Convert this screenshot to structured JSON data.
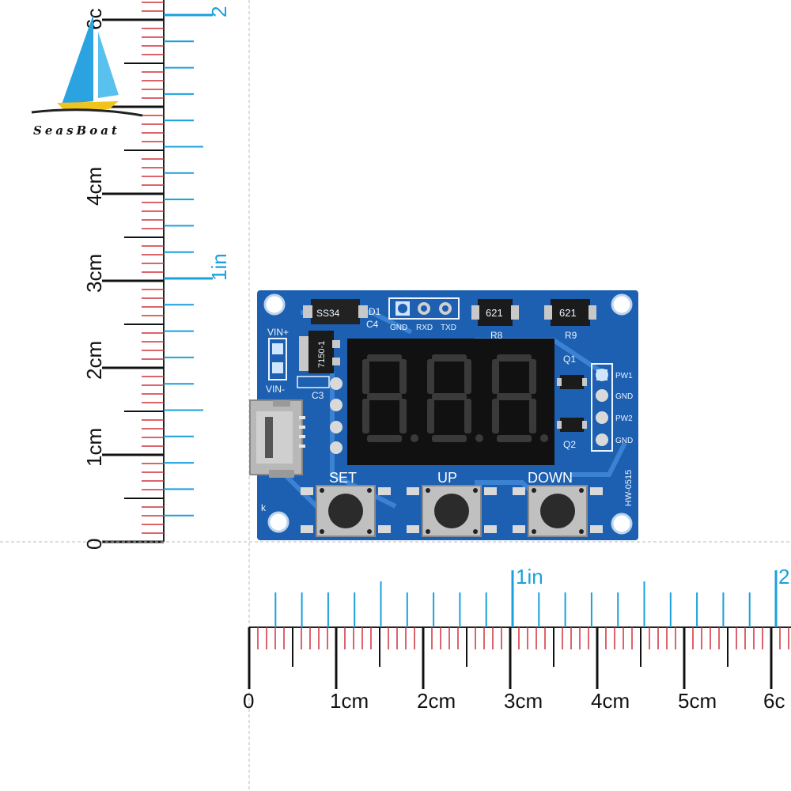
{
  "logo": {
    "text": "SeasBoat"
  },
  "ruler_vertical": {
    "cm_labels": [
      "0",
      "1cm",
      "2cm",
      "3cm",
      "4cm",
      "6c"
    ],
    "in_labels": [
      "1in",
      "2"
    ]
  },
  "ruler_horizontal": {
    "cm_labels": [
      "0",
      "1cm",
      "2cm",
      "3cm",
      "4cm",
      "5cm",
      "6c"
    ],
    "in_labels": [
      "1in",
      "2"
    ]
  },
  "board": {
    "components": {
      "diode": "D1",
      "diode_marking": "SS34",
      "regulator_marking": "7150-1",
      "cap_c3": "C3",
      "cap_c4": "C4",
      "res_r8": "R8",
      "res_r8_marking": "621",
      "res_r9": "R9",
      "res_r9_marking": "621",
      "q1": "Q1",
      "q2": "Q2",
      "model": "HW-0515",
      "k": "k"
    },
    "header_top": [
      "GND",
      "RXD",
      "TXD"
    ],
    "header_right": [
      "PW1",
      "GND",
      "PW2",
      "GND"
    ],
    "power_labels": [
      "VIN+",
      "VIN-"
    ],
    "buttons": [
      "SET",
      "UP",
      "DOWN"
    ],
    "display": {
      "digits": 3,
      "lit": false
    }
  },
  "colors": {
    "pcb": "#1d5fb0",
    "pcb_trace": "#3f86d6",
    "display_bezel": "#111111",
    "segment_unlit": "#3a3a3a",
    "ruler_blue": "#1aa0dc",
    "ruler_red": "#d0313a",
    "logo_sail_blue": "#2aa3e0",
    "logo_hull": "#f2c41b"
  }
}
